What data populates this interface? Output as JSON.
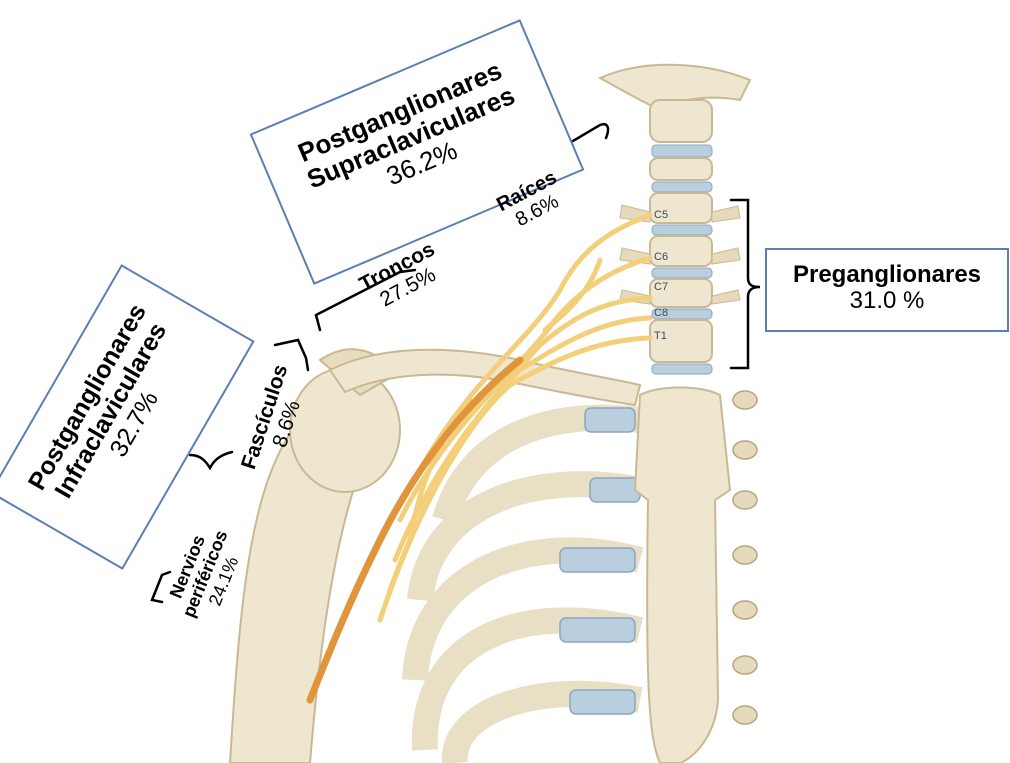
{
  "colors": {
    "box_border": "#5b7fb5",
    "bone": "#efe6cf",
    "bone_dark": "#c9b992",
    "cartilage": "#b9cfe0",
    "nerve": "#f3cf7a",
    "artery": "#e0953a"
  },
  "vertebra_labels": [
    "C5",
    "C6",
    "C7",
    "C8",
    "T1"
  ],
  "labels": {
    "supraclavicular": {
      "line1": "Postganglionares",
      "line2": "Supraclaviculares",
      "pct": "36.2%"
    },
    "infraclavicular": {
      "line1": "Postganglionares",
      "line2": "Infraclaviculares",
      "pct": "32.7%"
    },
    "preganglionic": {
      "name": "Preganglionares",
      "pct": "31.0 %"
    },
    "roots": {
      "name": "Raíces",
      "pct": "8.6%"
    },
    "trunks": {
      "name": "Troncos",
      "pct": "27.5%"
    },
    "cords": {
      "name": "Fascículos",
      "pct": "8.6%"
    },
    "peripheral": {
      "line1": "Nervios",
      "line2": "periféricos",
      "pct": "24.1%"
    }
  }
}
